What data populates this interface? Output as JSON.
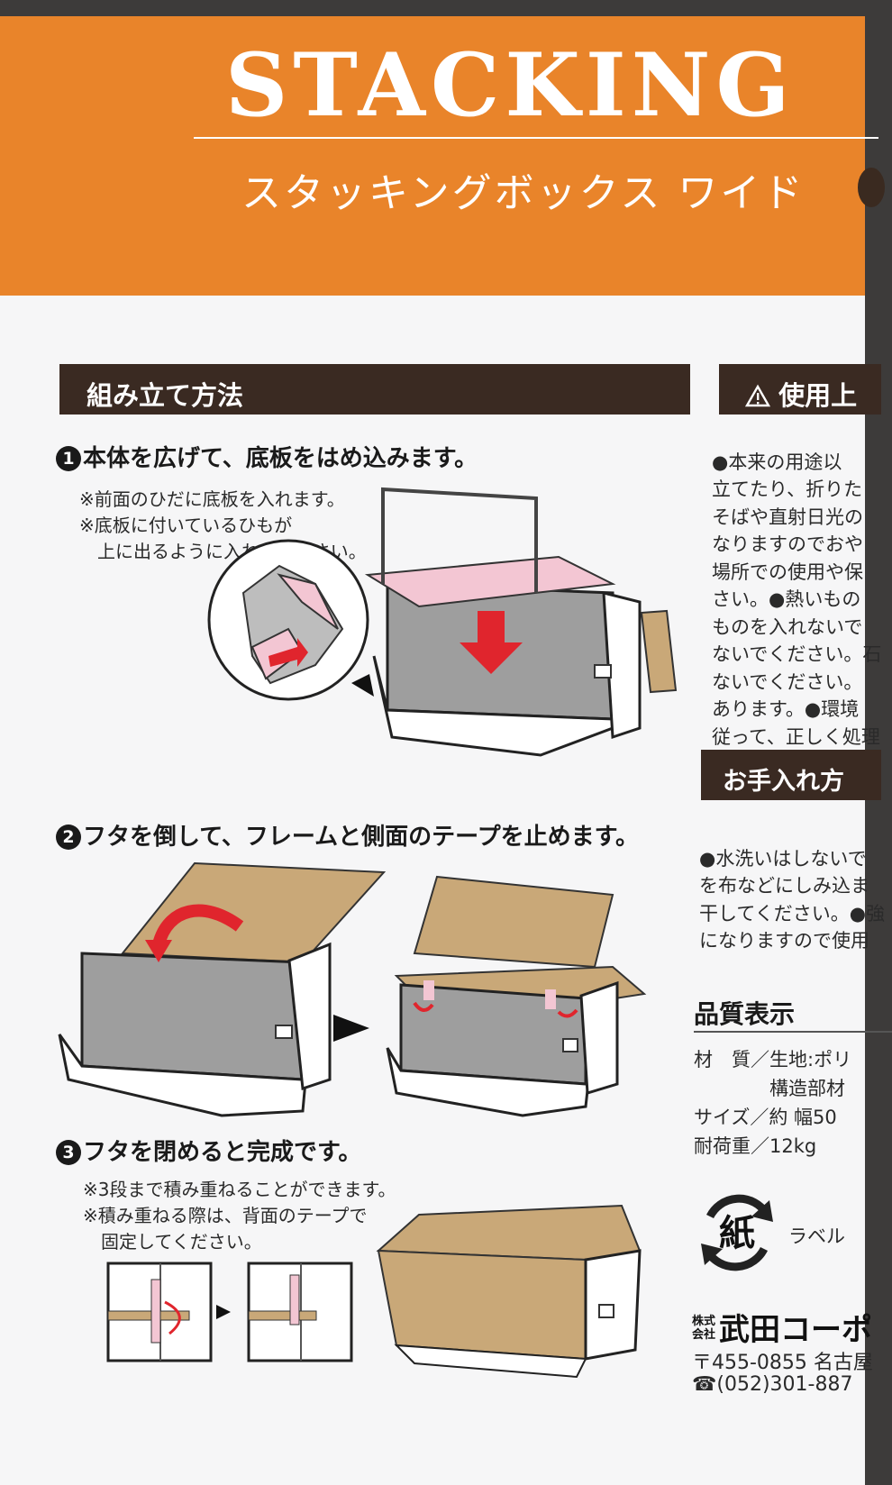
{
  "header": {
    "title": "STACKING",
    "subtitle": "スタッキングボックス ワイド"
  },
  "assembly": {
    "heading": "組み立て方法",
    "steps": [
      {
        "num": "1",
        "text": "本体を広げて、底板をはめ込みます。",
        "notes": [
          "※前面のひだに底板を入れます。",
          "※底板に付いているひもが",
          "　上に出るように入れてください。"
        ]
      },
      {
        "num": "2",
        "text": "フタを倒して、フレームと側面のテープを止めます。",
        "notes": []
      },
      {
        "num": "3",
        "text": "フタを閉めると完成です。",
        "notes": [
          "※3段まで積み重ねることができます。",
          "※積み重ねる際は、背面のテープで",
          "　固定してください。"
        ]
      }
    ]
  },
  "caution": {
    "heading": "使用上",
    "lines": [
      "●本来の用途以",
      "立てたり、折りた",
      "そばや直射日光の",
      "なりますのでおや",
      "場所での使用や保",
      "さい。●熱いもの",
      "ものを入れないで",
      "ないでください。石",
      "ないでください。",
      "あります。●環境",
      "従って、正しく処理"
    ]
  },
  "care": {
    "heading": "お手入れ方",
    "lines": [
      "●水洗いはしないで",
      "を布などにしみ込ま",
      "干してください。●強",
      "になりますので使用"
    ]
  },
  "quality": {
    "heading": "品質表示",
    "specs": [
      "材　質／生地:ポリ",
      "　　　　構造部材",
      "サイズ／約 幅50",
      "耐荷重／12kg"
    ]
  },
  "recycle": {
    "mark": "紙",
    "label": "ラベル"
  },
  "company": {
    "prefix_top": "株式",
    "prefix_bottom": "会社",
    "name": "武田コーポ",
    "postal": "〒455-0855 名古屋",
    "phone": "☎(052)301-887"
  },
  "colors": {
    "orange": "#e9842a",
    "bar_brown": "#3a2a22",
    "cardboard": "#c9a878",
    "pink": "#f3c6d3",
    "arrow_red": "#e0252d"
  },
  "icons": [
    "warning-triangle-icon",
    "recycle-paper-icon",
    "phone-icon",
    "play-arrow-icon"
  ]
}
